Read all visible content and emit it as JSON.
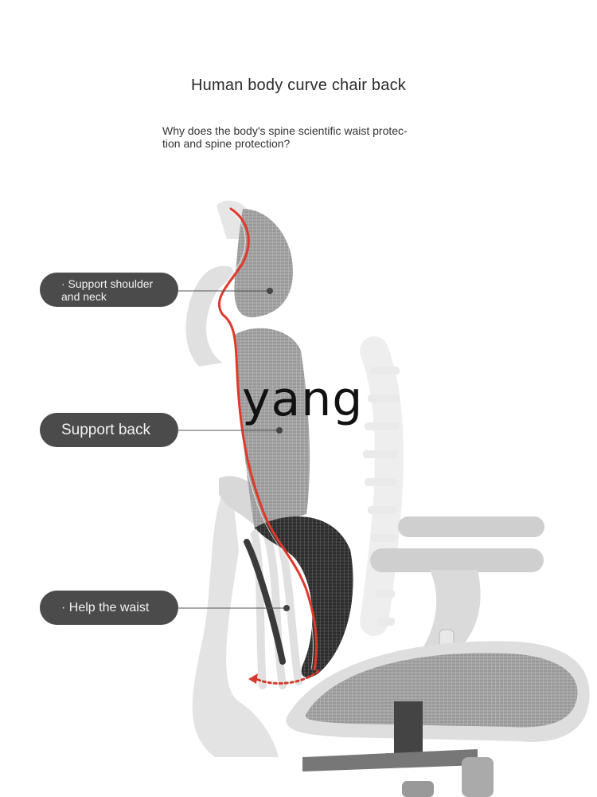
{
  "header": {
    "title": "Human body curve chair back",
    "subtitle_line1": "Why does the body's spine scientific waist protec-",
    "subtitle_line2": "tion and spine protection?"
  },
  "callouts": [
    {
      "line1": "· Support shoulder",
      "line2": "and neck"
    },
    {
      "text": "Support back"
    },
    {
      "text": "· Help the waist"
    }
  ],
  "watermark": "yang",
  "colors": {
    "callout_bg": "#4b4b4b",
    "spine_curve": "#e0392b",
    "mesh": "#9a9a9a",
    "frame": "#dcdcdc"
  },
  "icons": [
    "spine-curve-line",
    "recline-arrow-icon",
    "office-chair-illustration"
  ]
}
